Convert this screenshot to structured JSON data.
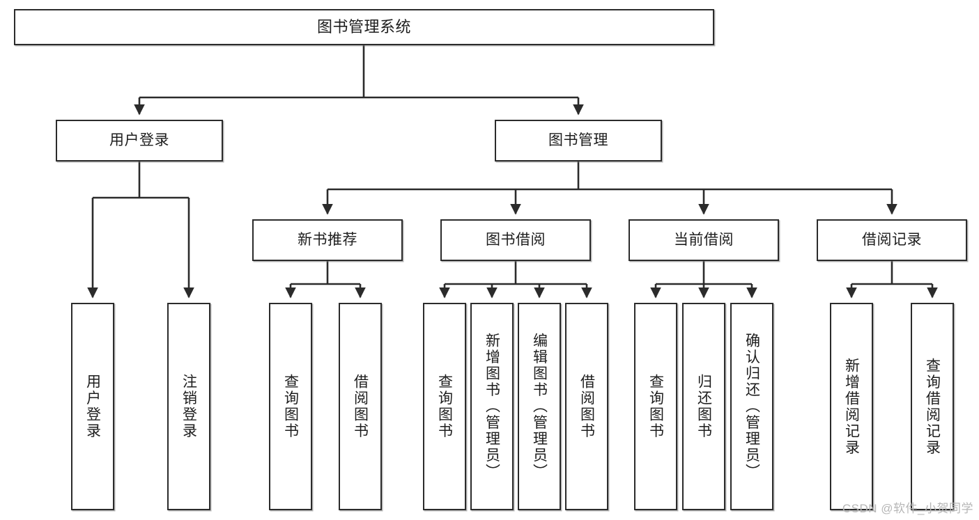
{
  "diagram": {
    "type": "tree",
    "title": "图书管理系统",
    "orientation": "top-down",
    "colors": {
      "box_border": "#2b2b2b",
      "box_fill": "#ffffff",
      "edge": "#2b2b2b",
      "background": "#ffffff",
      "watermark": "#b6b6b6"
    }
  },
  "watermark": {
    "text": "CSDN @软件_小贺同学"
  },
  "nodes": {
    "root": {
      "label": "图书管理系统"
    },
    "level2": [
      {
        "id": "user-login",
        "label": "用户登录"
      },
      {
        "id": "book-manage",
        "label": "图书管理"
      }
    ],
    "level3": [
      {
        "id": "new-book-recommend",
        "label": "新书推荐"
      },
      {
        "id": "book-borrow",
        "label": "图书借阅"
      },
      {
        "id": "current-borrow",
        "label": "当前借阅"
      },
      {
        "id": "borrow-record",
        "label": "借阅记录"
      }
    ],
    "leaves": {
      "user_login": [
        {
          "id": "leaf-user-login",
          "label": "用户登录"
        },
        {
          "id": "leaf-logout-login",
          "label": "注销登录"
        }
      ],
      "new_book_recommend": [
        {
          "id": "leaf-query-book-1",
          "label": "查询图书"
        },
        {
          "id": "leaf-borrow-book-1",
          "label": "借阅图书"
        }
      ],
      "book_borrow": [
        {
          "id": "leaf-query-book-2",
          "label": "查询图书"
        },
        {
          "id": "leaf-add-book",
          "label": "新增图书（管理员）"
        },
        {
          "id": "leaf-edit-book",
          "label": "编辑图书（管理员）"
        },
        {
          "id": "leaf-borrow-book-2",
          "label": "借阅图书"
        }
      ],
      "current_borrow": [
        {
          "id": "leaf-query-book-3",
          "label": "查询图书"
        },
        {
          "id": "leaf-return-book",
          "label": "归还图书"
        },
        {
          "id": "leaf-confirm-return",
          "label": "确认归还（管理员）"
        }
      ],
      "borrow_record": [
        {
          "id": "leaf-add-record",
          "label": "新增借阅记录"
        },
        {
          "id": "leaf-query-record",
          "label": "查询借阅记录"
        }
      ]
    }
  }
}
